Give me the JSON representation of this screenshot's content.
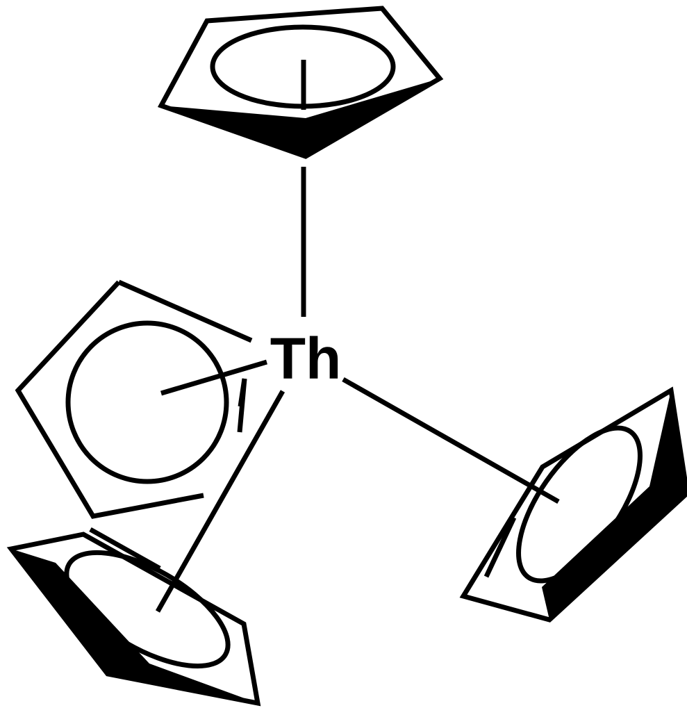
{
  "molecule": {
    "metal_symbol": "Th",
    "ring_count": 4,
    "ligand": "cyclopentadienyl"
  },
  "colors": {
    "ink": "#000000",
    "background": "#ffffff"
  }
}
